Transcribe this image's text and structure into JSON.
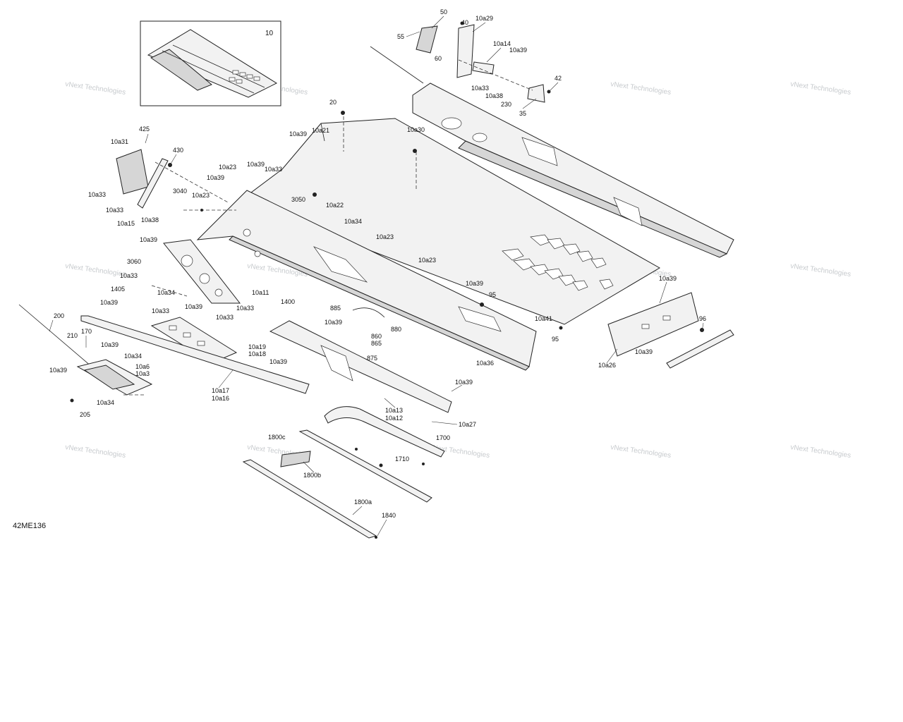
{
  "diagram_code": "42ME136",
  "inset": {
    "number": "10"
  },
  "watermark": "vNext Technologies",
  "callouts": [
    {
      "text": "50"
    },
    {
      "text": "40"
    },
    {
      "text": "10a29"
    },
    {
      "text": "55"
    },
    {
      "text": "60"
    },
    {
      "text": "10a14"
    },
    {
      "text": "10a39"
    },
    {
      "text": "42"
    },
    {
      "text": "10a33"
    },
    {
      "text": "10a38"
    },
    {
      "text": "230"
    },
    {
      "text": "35"
    },
    {
      "text": "20"
    },
    {
      "text": "10a39"
    },
    {
      "text": "10a21"
    },
    {
      "text": "10a30"
    },
    {
      "text": "425"
    },
    {
      "text": "10a31"
    },
    {
      "text": "430"
    },
    {
      "text": "10a23"
    },
    {
      "text": "10a39"
    },
    {
      "text": "10a33"
    },
    {
      "text": "10a39"
    },
    {
      "text": "3040"
    },
    {
      "text": "10a23"
    },
    {
      "text": "10a33"
    },
    {
      "text": "3050"
    },
    {
      "text": "10a22"
    },
    {
      "text": "10a33"
    },
    {
      "text": "10a15"
    },
    {
      "text": "10a38"
    },
    {
      "text": "10a34"
    },
    {
      "text": "10a23"
    },
    {
      "text": "10a39"
    },
    {
      "text": "3060"
    },
    {
      "text": "10a33"
    },
    {
      "text": "10a23"
    },
    {
      "text": "1405"
    },
    {
      "text": "10a34"
    },
    {
      "text": "10a11"
    },
    {
      "text": "10a39"
    },
    {
      "text": "1400"
    },
    {
      "text": "95"
    },
    {
      "text": "10a39"
    },
    {
      "text": "10a39"
    },
    {
      "text": "10a33"
    },
    {
      "text": "10a39"
    },
    {
      "text": "10a33"
    },
    {
      "text": "885"
    },
    {
      "text": "10a39"
    },
    {
      "text": "860"
    },
    {
      "text": "865"
    },
    {
      "text": "880"
    },
    {
      "text": "10a41"
    },
    {
      "text": "96"
    },
    {
      "text": "95"
    },
    {
      "text": "200"
    },
    {
      "text": "10a33"
    },
    {
      "text": "10a19"
    },
    {
      "text": "10a18"
    },
    {
      "text": "170"
    },
    {
      "text": "210"
    },
    {
      "text": "10a39"
    },
    {
      "text": "10a34"
    },
    {
      "text": "10a6"
    },
    {
      "text": "10a3"
    },
    {
      "text": "10a39"
    },
    {
      "text": "10a39"
    },
    {
      "text": "875"
    },
    {
      "text": "10a36"
    },
    {
      "text": "10a26"
    },
    {
      "text": "10a39"
    },
    {
      "text": "10a34"
    },
    {
      "text": "205"
    },
    {
      "text": "10a17"
    },
    {
      "text": "10a16"
    },
    {
      "text": "10a39"
    },
    {
      "text": "10a13"
    },
    {
      "text": "10a12"
    },
    {
      "text": "10a27"
    },
    {
      "text": "1800c"
    },
    {
      "text": "1700"
    },
    {
      "text": "1710"
    },
    {
      "text": "1800b"
    },
    {
      "text": "1800a"
    },
    {
      "text": "1840"
    },
    {
      "text": "10a39"
    }
  ]
}
